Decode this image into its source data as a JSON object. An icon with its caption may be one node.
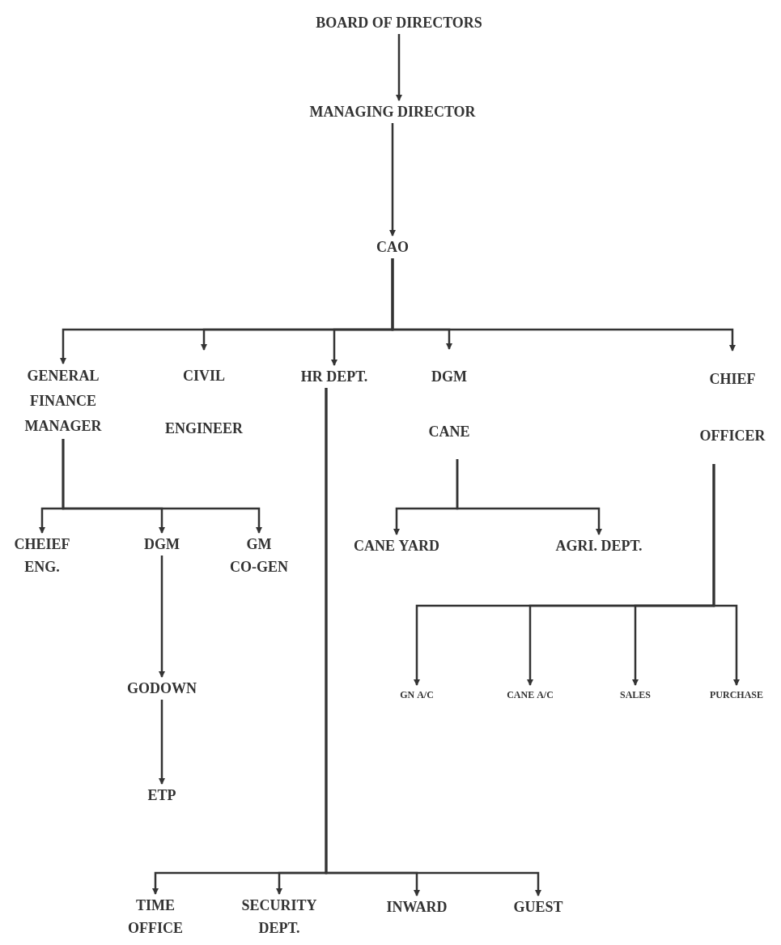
{
  "diagram": {
    "nodes": [
      {
        "text": [
          "BOARD OF DIRECTORS"
        ]
      },
      {
        "text": [
          "MANAGING DIRECTOR"
        ]
      },
      {
        "text": [
          "CAO"
        ]
      },
      {
        "text": [
          "GENERAL FINANCE MANAGER"
        ]
      },
      {
        "text": [
          "CIVIL ENGINEER"
        ]
      },
      {
        "text": [
          "HR DEPT."
        ]
      },
      {
        "text": [
          "DGM CANE"
        ]
      },
      {
        "text": [
          "CHIEF OFFICER"
        ]
      },
      {
        "text": [
          "CHEIEF ENG."
        ]
      },
      {
        "text": [
          "DGM"
        ]
      },
      {
        "text": [
          "GM CO-GEN"
        ]
      },
      {
        "text": [
          "CANE YARD"
        ]
      },
      {
        "text": [
          "AGRI. DEPT."
        ]
      },
      {
        "text": [
          "GN A/C"
        ]
      },
      {
        "text": [
          "CANE A/C"
        ]
      },
      {
        "text": [
          "SALES"
        ]
      },
      {
        "text": [
          "PURCHASE"
        ]
      },
      {
        "text": [
          "GODOWN"
        ]
      },
      {
        "text": [
          "ETP"
        ]
      },
      {
        "text": [
          "TIME OFFICE"
        ]
      },
      {
        "text": [
          "SECURITY DEPT."
        ]
      },
      {
        "text": [
          "INWARD"
        ]
      },
      {
        "text": [
          "GUEST"
        ]
      }
    ],
    "edges": [
      {
        "from": 0,
        "to": 1,
        "arrow": "to"
      },
      {
        "from": 1,
        "to": 2,
        "arrow": "to"
      },
      {
        "from": 2,
        "to": 3,
        "arrow": "to"
      },
      {
        "from": 2,
        "to": 4,
        "arrow": "to"
      },
      {
        "from": 2,
        "to": 5,
        "arrow": "to"
      },
      {
        "from": 2,
        "to": 6,
        "arrow": "to"
      },
      {
        "from": 2,
        "to": 7,
        "arrow": "to"
      },
      {
        "from": 3,
        "to": 8,
        "arrow": "to"
      },
      {
        "from": 3,
        "to": 9,
        "arrow": "to"
      },
      {
        "from": 3,
        "to": 10,
        "arrow": "to"
      },
      {
        "from": 6,
        "to": 11,
        "arrow": "to"
      },
      {
        "from": 6,
        "to": 12,
        "arrow": "to"
      },
      {
        "from": 7,
        "to": 13,
        "arrow": "to"
      },
      {
        "from": 7,
        "to": 14,
        "arrow": "to"
      },
      {
        "from": 7,
        "to": 15,
        "arrow": "to"
      },
      {
        "from": 7,
        "to": 16,
        "arrow": "to"
      },
      {
        "from": 9,
        "to": 17,
        "arrow": "to"
      },
      {
        "from": 17,
        "to": 18,
        "arrow": "to"
      },
      {
        "from": 5,
        "to": 19,
        "arrow": "to"
      },
      {
        "from": 5,
        "to": 20,
        "arrow": "to"
      },
      {
        "from": 5,
        "to": 21,
        "arrow": "to"
      },
      {
        "from": 5,
        "to": 22,
        "arrow": "to"
      }
    ]
  }
}
